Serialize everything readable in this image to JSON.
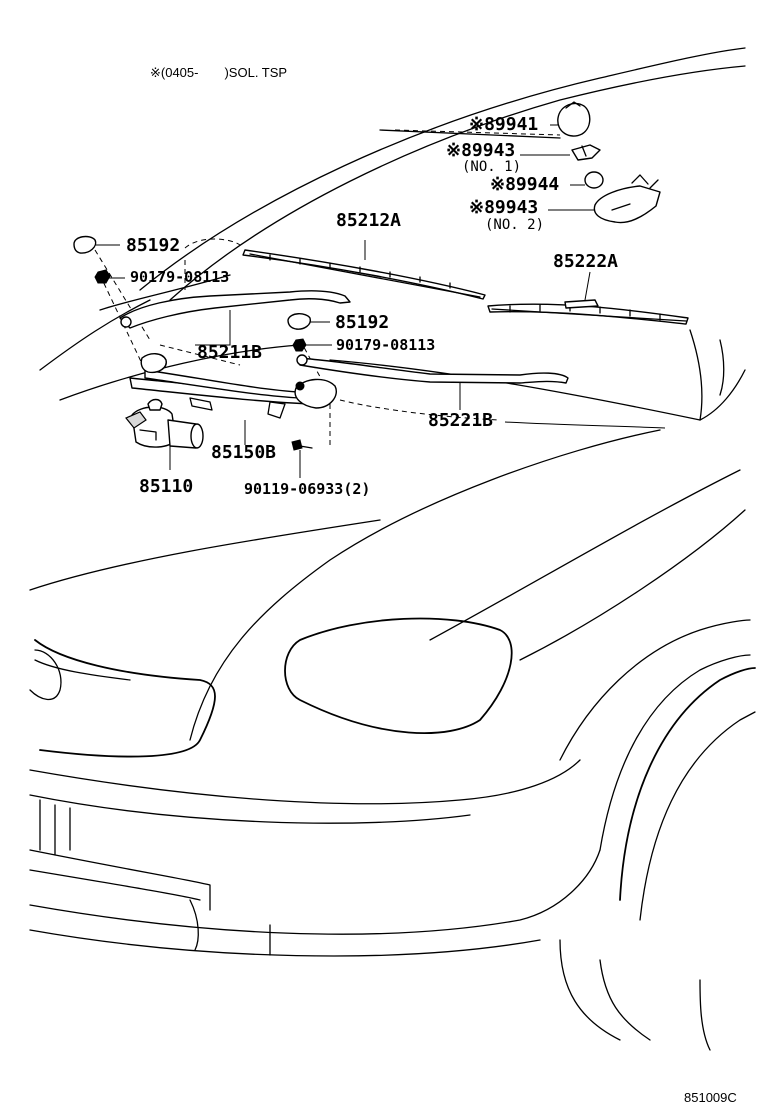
{
  "note": "※(0405-　　)SOL. TSP",
  "figure_code": "851009C",
  "parts": {
    "p89941": "※89941",
    "p89943_no1": "※89943",
    "p89943_no1_sub": "(NO. 1)",
    "p89944": "※89944",
    "p89943_no2": "※89943",
    "p89943_no2_sub": "(NO. 2)",
    "p85212A": "85212A",
    "p85222A": "85222A",
    "p85192_a": "85192",
    "p90179_a": "90179-08113",
    "p85192_b": "85192",
    "p90179_b": "90179-08113",
    "p85211B": "85211B",
    "p85221B": "85221B",
    "p85150B": "85150B",
    "p85110": "85110",
    "p90119": "90119-06933(2)"
  }
}
